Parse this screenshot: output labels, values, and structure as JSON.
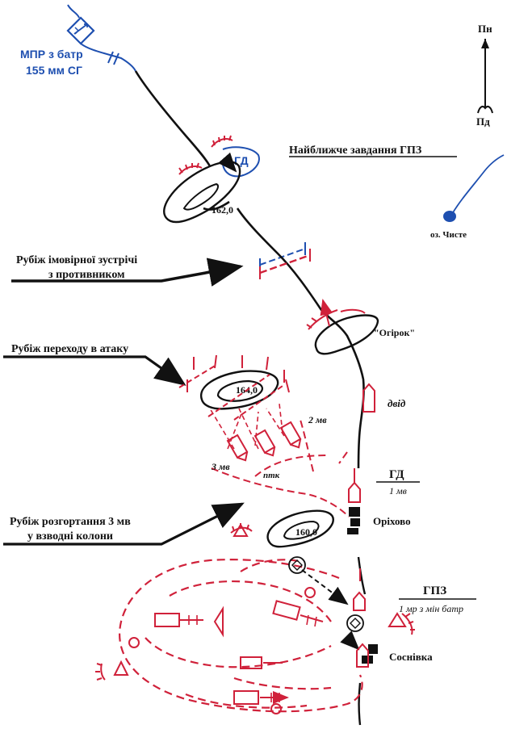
{
  "colors": {
    "friendly": "#d0213a",
    "enemy": "#1e4fb0",
    "terrain": "#111111"
  },
  "labels": {
    "mpr_line1": "МПР з батр",
    "mpr_line2": "155 мм СГ",
    "gd_enemy": "ГД",
    "height_162": "162,0",
    "task_title": "Найближче завдання ГПЗ",
    "north": "Пн",
    "south": "Пд",
    "lake": "оз. Чисте",
    "meeting_line1": "Рубіж імовірної зустрічі",
    "meeting_line2": "з противником",
    "ogirok": "\"Огірок\"",
    "attack_line": "Рубіж переходу в атаку",
    "height_164": "164,0",
    "dvid": "двід",
    "mv2": "2 мв",
    "mv3": "3 мв",
    "ptk": "птк",
    "gd_friendly": "ГД",
    "gd_friendly_sub": "1 мв",
    "orikhovo": "Оріхово",
    "deploy_line1": "Рубіж розгортання 3 мв",
    "deploy_line2": "у взводні колони",
    "height_160": "160,0",
    "gpz": "ГПЗ",
    "gpz_sub": "1 мр з мін батр",
    "sosnivka": "Соснівка"
  }
}
